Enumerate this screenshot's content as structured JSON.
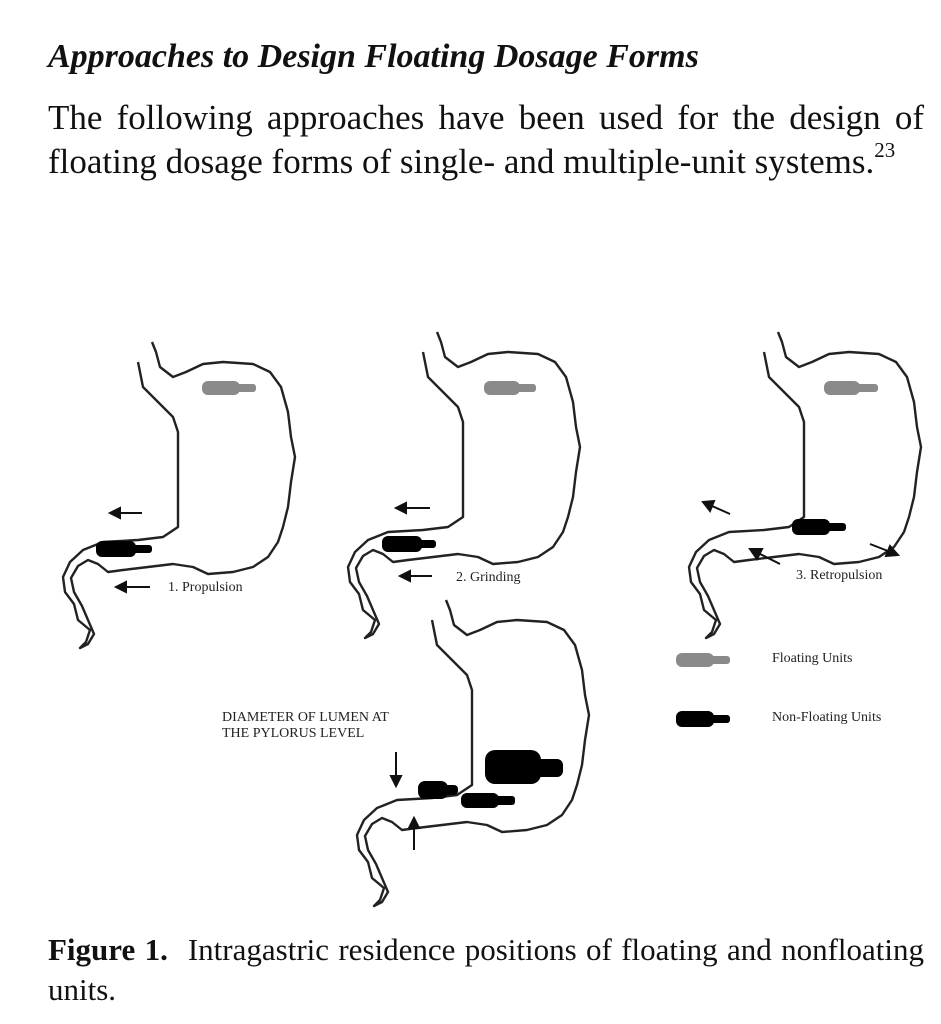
{
  "heading": "Approaches to Design Floating Dosage Forms",
  "paragraph": {
    "text": "The following approaches have been used for the design of floating dosage forms of single- and multiple-unit systems.",
    "citation": "23"
  },
  "figure": {
    "labels": {
      "propulsion": "1. Propulsion",
      "grinding": "2. Grinding",
      "retropulsion": "3. Retropulsion",
      "lumen_line1": "DIAMETER OF LUMEN AT",
      "lumen_line2": "THE PYLORUS LEVEL"
    },
    "legend": {
      "floating": "Floating Units",
      "non_floating": "Non-Floating Units"
    },
    "colors": {
      "floating": "#8a8a8a",
      "non_floating": "#000000"
    }
  },
  "caption": {
    "label": "Figure 1.",
    "text": "Intragastric residence positions of floating and nonfloating units."
  }
}
